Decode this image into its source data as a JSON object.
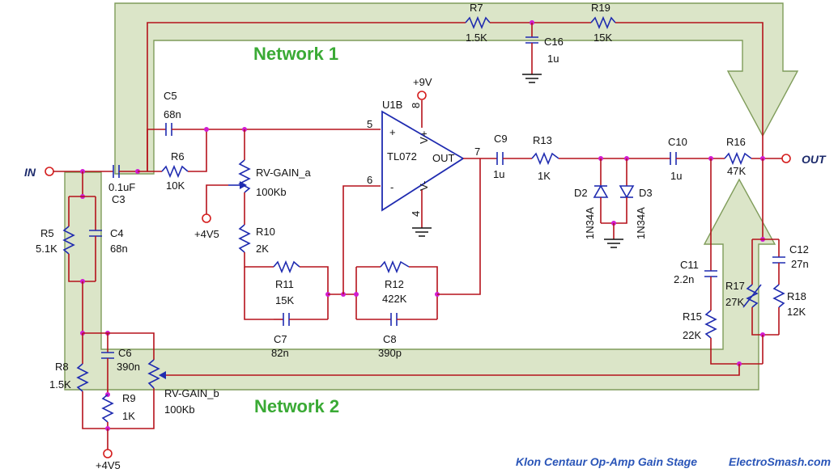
{
  "networks": {
    "n1": "Network 1",
    "n2": "Network 2"
  },
  "io": {
    "in": "IN",
    "out": "OUT"
  },
  "footer": {
    "title": "Klon Centaur   Op-Amp Gain Stage",
    "brand": "ElectroSmash.com"
  },
  "parts": {
    "R7_name": "R7",
    "R7_val": "1.5K",
    "R19_name": "R19",
    "R19_val": "15K",
    "C16_name": "C16",
    "C16_val": "1u",
    "C5_name": "C5",
    "C5_val": "68n",
    "R6_name": "R6",
    "R6_val": "10K",
    "C3_val": "0.1uF",
    "C3_name": "C3",
    "rvgain_a": "RV-GAIN_a",
    "rvgain_a_val": "100Kb",
    "v45_top": "+4V5",
    "R10_name": "R10",
    "R10_val": "2K",
    "R11_name": "R11",
    "R11_val": "15K",
    "C7_name": "C7",
    "C7_val": "82n",
    "R12_name": "R12",
    "R12_val": "422K",
    "C8_name": "C8",
    "C8_val": "390p",
    "u1b": "U1B",
    "tl072": "TL072",
    "vplus_rail": "+9V",
    "pin8": "8",
    "pin5": "5",
    "pin6": "6",
    "pin4": "4",
    "pin7": "7",
    "op_out": "OUT",
    "op_plus": "+",
    "op_minus": "-",
    "op_vplus": "V+",
    "op_vminus": "V-",
    "C9_name": "C9",
    "C9_val": "1u",
    "R13_name": "R13",
    "R13_val": "1K",
    "D2_name": "D2",
    "D3_name": "D3",
    "D2_type": "1N34A",
    "D3_type": "1N34A",
    "C10_name": "C10",
    "C10_val": "1u",
    "R16_name": "R16",
    "R16_val": "47K",
    "C11_name": "C11",
    "C11_val": "2.2n",
    "R15_name": "R15",
    "R15_val": "22K",
    "R17_name": "R17",
    "R17_val": "27K",
    "C12_name": "C12",
    "C12_val": "27n",
    "R18_name": "R18",
    "R18_val": "12K",
    "R5_name": "R5",
    "R5_val": "5.1K",
    "C4_name": "C4",
    "C4_val": "68n",
    "R8_name": "R8",
    "R8_val": "1.5K",
    "C6_name": "C6",
    "C6_val": "390n",
    "R9_name": "R9",
    "R9_val": "1K",
    "rvgain_b": "RV-GAIN_b",
    "rvgain_b_val": "100Kb",
    "v45_bot": "+4V5"
  }
}
